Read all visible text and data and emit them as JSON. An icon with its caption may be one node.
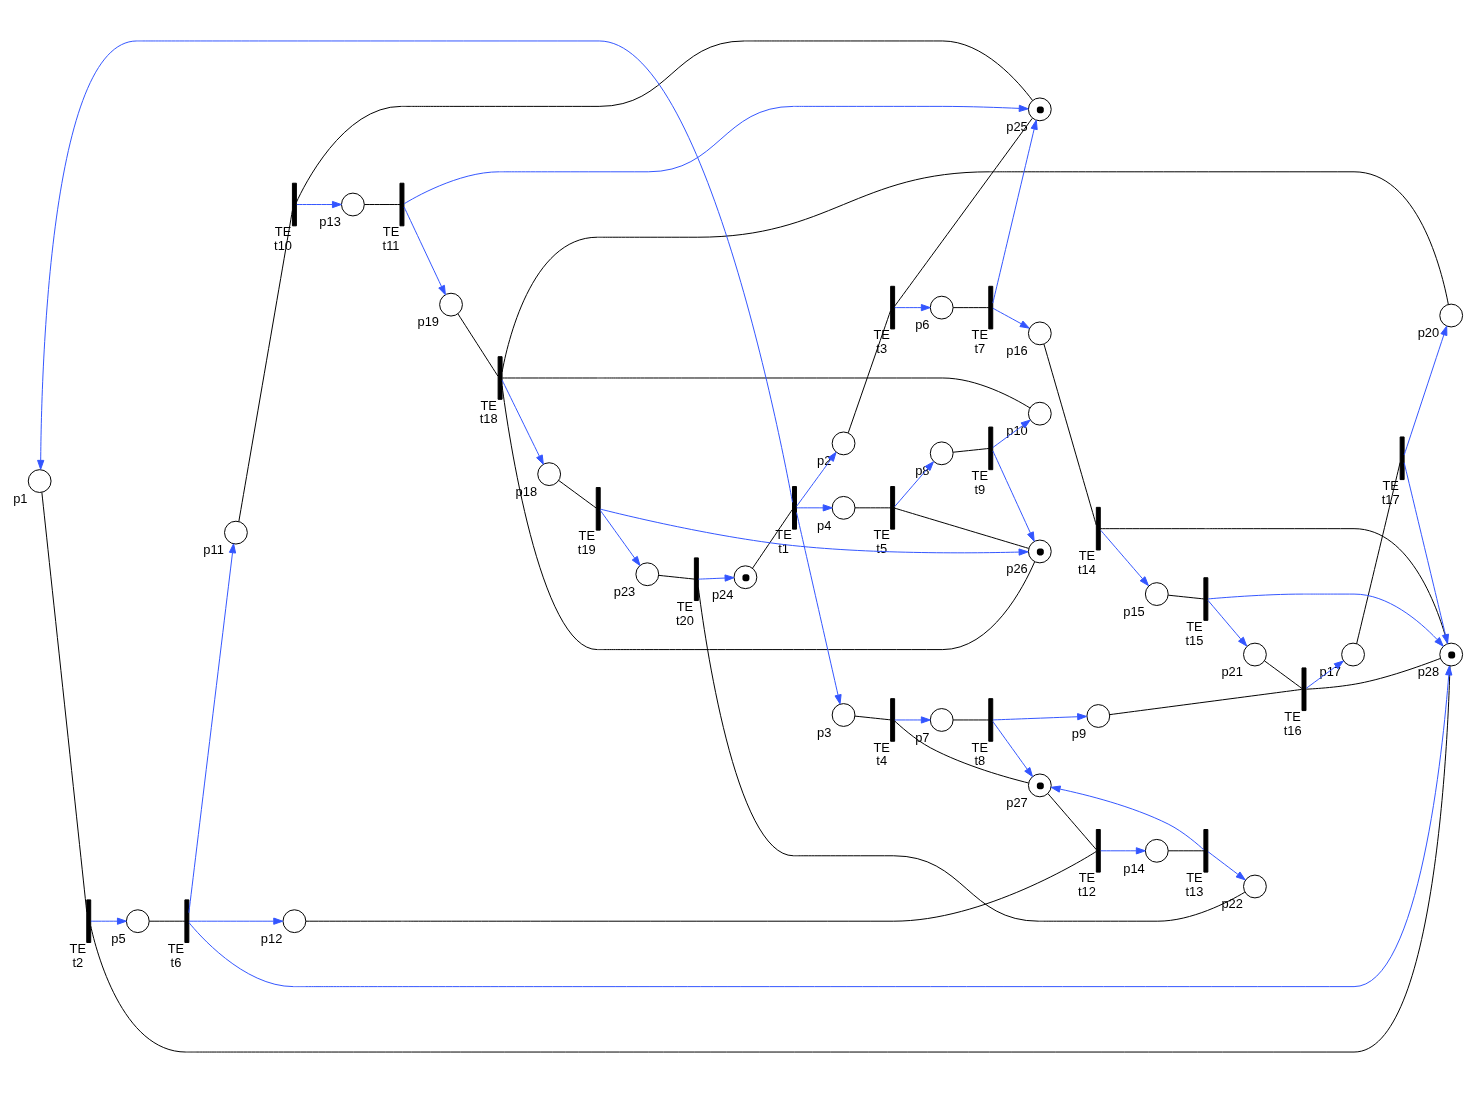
{
  "diagram": {
    "nodes": [
      {
        "text": [],
        "shape": "circle",
        "beside": [
          "p1"
        ]
      },
      {
        "text": [],
        "shape": "circle",
        "beside": [
          "p2"
        ]
      },
      {
        "text": [],
        "shape": "circle",
        "beside": [
          "p3"
        ]
      },
      {
        "text": [],
        "shape": "circle",
        "beside": [
          "p4"
        ]
      },
      {
        "text": [],
        "shape": "circle",
        "beside": [
          "p5"
        ]
      },
      {
        "text": [],
        "shape": "circle",
        "beside": [
          "p6"
        ]
      },
      {
        "text": [],
        "shape": "circle",
        "beside": [
          "p7"
        ]
      },
      {
        "text": [],
        "shape": "circle",
        "beside": [
          "p8"
        ]
      },
      {
        "text": [],
        "shape": "circle",
        "beside": [
          "p9"
        ]
      },
      {
        "text": [],
        "shape": "circle",
        "beside": [
          "p10"
        ]
      },
      {
        "text": [],
        "shape": "circle",
        "beside": [
          "p11"
        ]
      },
      {
        "text": [],
        "shape": "circle",
        "beside": [
          "p12"
        ]
      },
      {
        "text": [],
        "shape": "circle",
        "beside": [
          "p13"
        ]
      },
      {
        "text": [],
        "shape": "circle",
        "beside": [
          "p14"
        ]
      },
      {
        "text": [],
        "shape": "circle",
        "beside": [
          "p15"
        ]
      },
      {
        "text": [],
        "shape": "circle",
        "beside": [
          "p16"
        ]
      },
      {
        "text": [],
        "shape": "circle",
        "beside": [
          "p17"
        ]
      },
      {
        "text": [],
        "shape": "circle",
        "beside": [
          "p18"
        ]
      },
      {
        "text": [],
        "shape": "circle",
        "beside": [
          "p19"
        ]
      },
      {
        "text": [],
        "shape": "circle",
        "beside": [
          "p20"
        ]
      },
      {
        "text": [],
        "shape": "circle",
        "beside": [
          "p21"
        ]
      },
      {
        "text": [],
        "shape": "circle",
        "beside": [
          "p22"
        ]
      },
      {
        "text": [],
        "shape": "circle",
        "beside": [
          "p23"
        ]
      },
      {
        "text": [],
        "shape": "token",
        "beside": [
          "p24"
        ]
      },
      {
        "text": [],
        "shape": "token",
        "beside": [
          "p25"
        ]
      },
      {
        "text": [],
        "shape": "token",
        "beside": [
          "p26"
        ]
      },
      {
        "text": [],
        "shape": "token",
        "beside": [
          "p27"
        ]
      },
      {
        "text": [],
        "shape": "token",
        "beside": [
          "p28"
        ]
      },
      {
        "text": [],
        "shape": "bar",
        "beside": [
          "TE",
          "t1"
        ]
      },
      {
        "text": [],
        "shape": "bar",
        "beside": [
          "TE",
          "t2"
        ]
      },
      {
        "text": [],
        "shape": "bar",
        "beside": [
          "TE",
          "t3"
        ]
      },
      {
        "text": [],
        "shape": "bar",
        "beside": [
          "TE",
          "t4"
        ]
      },
      {
        "text": [],
        "shape": "bar",
        "beside": [
          "TE",
          "t5"
        ]
      },
      {
        "text": [],
        "shape": "bar",
        "beside": [
          "TE",
          "t6"
        ]
      },
      {
        "text": [],
        "shape": "bar",
        "beside": [
          "TE",
          "t7"
        ]
      },
      {
        "text": [],
        "shape": "bar",
        "beside": [
          "TE",
          "t8"
        ]
      },
      {
        "text": [],
        "shape": "bar",
        "beside": [
          "TE",
          "t9"
        ]
      },
      {
        "text": [],
        "shape": "bar",
        "beside": [
          "TE",
          "t10"
        ]
      },
      {
        "text": [],
        "shape": "bar",
        "beside": [
          "TE",
          "t11"
        ]
      },
      {
        "text": [],
        "shape": "bar",
        "beside": [
          "TE",
          "t12"
        ]
      },
      {
        "text": [],
        "shape": "bar",
        "beside": [
          "TE",
          "t13"
        ]
      },
      {
        "text": [],
        "shape": "bar",
        "beside": [
          "TE",
          "t14"
        ]
      },
      {
        "text": [],
        "shape": "bar",
        "beside": [
          "TE",
          "t15"
        ]
      },
      {
        "text": [],
        "shape": "bar",
        "beside": [
          "TE",
          "t16"
        ]
      },
      {
        "text": [],
        "shape": "bar",
        "beside": [
          "TE",
          "t17"
        ]
      },
      {
        "text": [],
        "shape": "bar",
        "beside": [
          "TE",
          "t18"
        ]
      },
      {
        "text": [],
        "shape": "bar",
        "beside": [
          "TE",
          "t19"
        ]
      },
      {
        "text": [],
        "shape": "bar",
        "beside": [
          "TE",
          "t20"
        ]
      }
    ],
    "edges": [
      {
        "from": 23,
        "to": 28,
        "arrow": "none",
        "color": "#000000"
      },
      {
        "from": 28,
        "to": 0,
        "arrow": "to",
        "color": "#3355ff"
      },
      {
        "from": 28,
        "to": 1,
        "arrow": "to",
        "color": "#3355ff"
      },
      {
        "from": 28,
        "to": 2,
        "arrow": "to",
        "color": "#3355ff"
      },
      {
        "from": 28,
        "to": 3,
        "arrow": "to",
        "color": "#3355ff"
      },
      {
        "from": 0,
        "to": 29,
        "arrow": "none",
        "color": "#000000"
      },
      {
        "from": 27,
        "to": 29,
        "arrow": "none",
        "color": "#000000"
      },
      {
        "from": 29,
        "to": 4,
        "arrow": "to",
        "color": "#3355ff"
      },
      {
        "from": 1,
        "to": 30,
        "arrow": "none",
        "color": "#000000"
      },
      {
        "from": 24,
        "to": 30,
        "arrow": "none",
        "color": "#000000"
      },
      {
        "from": 30,
        "to": 5,
        "arrow": "to",
        "color": "#3355ff"
      },
      {
        "from": 2,
        "to": 31,
        "arrow": "none",
        "color": "#000000"
      },
      {
        "from": 26,
        "to": 31,
        "arrow": "none",
        "color": "#000000"
      },
      {
        "from": 31,
        "to": 6,
        "arrow": "to",
        "color": "#3355ff"
      },
      {
        "from": 3,
        "to": 32,
        "arrow": "none",
        "color": "#000000"
      },
      {
        "from": 25,
        "to": 32,
        "arrow": "none",
        "color": "#000000"
      },
      {
        "from": 32,
        "to": 7,
        "arrow": "to",
        "color": "#3355ff"
      },
      {
        "from": 4,
        "to": 33,
        "arrow": "none",
        "color": "#000000"
      },
      {
        "from": 33,
        "to": 10,
        "arrow": "to",
        "color": "#3355ff"
      },
      {
        "from": 33,
        "to": 11,
        "arrow": "to",
        "color": "#3355ff"
      },
      {
        "from": 33,
        "to": 27,
        "arrow": "to",
        "color": "#3355ff"
      },
      {
        "from": 5,
        "to": 34,
        "arrow": "none",
        "color": "#000000"
      },
      {
        "from": 34,
        "to": 15,
        "arrow": "to",
        "color": "#3355ff"
      },
      {
        "from": 34,
        "to": 24,
        "arrow": "to",
        "color": "#3355ff"
      },
      {
        "from": 6,
        "to": 35,
        "arrow": "none",
        "color": "#000000"
      },
      {
        "from": 35,
        "to": 8,
        "arrow": "to",
        "color": "#3355ff"
      },
      {
        "from": 35,
        "to": 26,
        "arrow": "to",
        "color": "#3355ff"
      },
      {
        "from": 7,
        "to": 36,
        "arrow": "none",
        "color": "#000000"
      },
      {
        "from": 36,
        "to": 9,
        "arrow": "to",
        "color": "#3355ff"
      },
      {
        "from": 36,
        "to": 25,
        "arrow": "to",
        "color": "#3355ff"
      },
      {
        "from": 10,
        "to": 37,
        "arrow": "none",
        "color": "#000000"
      },
      {
        "from": 24,
        "to": 37,
        "arrow": "none",
        "color": "#000000"
      },
      {
        "from": 37,
        "to": 12,
        "arrow": "to",
        "color": "#3355ff"
      },
      {
        "from": 12,
        "to": 38,
        "arrow": "none",
        "color": "#000000"
      },
      {
        "from": 38,
        "to": 18,
        "arrow": "to",
        "color": "#3355ff"
      },
      {
        "from": 38,
        "to": 24,
        "arrow": "to",
        "color": "#3355ff"
      },
      {
        "from": 11,
        "to": 39,
        "arrow": "none",
        "color": "#000000"
      },
      {
        "from": 26,
        "to": 39,
        "arrow": "none",
        "color": "#000000"
      },
      {
        "from": 39,
        "to": 13,
        "arrow": "to",
        "color": "#3355ff"
      },
      {
        "from": 13,
        "to": 40,
        "arrow": "none",
        "color": "#000000"
      },
      {
        "from": 40,
        "to": 21,
        "arrow": "to",
        "color": "#3355ff"
      },
      {
        "from": 40,
        "to": 26,
        "arrow": "to",
        "color": "#3355ff"
      },
      {
        "from": 15,
        "to": 41,
        "arrow": "none",
        "color": "#000000"
      },
      {
        "from": 27,
        "to": 41,
        "arrow": "none",
        "color": "#000000"
      },
      {
        "from": 41,
        "to": 14,
        "arrow": "to",
        "color": "#3355ff"
      },
      {
        "from": 14,
        "to": 42,
        "arrow": "none",
        "color": "#000000"
      },
      {
        "from": 42,
        "to": 20,
        "arrow": "to",
        "color": "#3355ff"
      },
      {
        "from": 42,
        "to": 27,
        "arrow": "to",
        "color": "#3355ff"
      },
      {
        "from": 8,
        "to": 43,
        "arrow": "none",
        "color": "#000000"
      },
      {
        "from": 27,
        "to": 43,
        "arrow": "none",
        "color": "#000000"
      },
      {
        "from": 20,
        "to": 43,
        "arrow": "none",
        "color": "#000000"
      },
      {
        "from": 43,
        "to": 16,
        "arrow": "to",
        "color": "#3355ff"
      },
      {
        "from": 16,
        "to": 44,
        "arrow": "none",
        "color": "#000000"
      },
      {
        "from": 44,
        "to": 19,
        "arrow": "to",
        "color": "#3355ff"
      },
      {
        "from": 44,
        "to": 27,
        "arrow": "to",
        "color": "#3355ff"
      },
      {
        "from": 9,
        "to": 45,
        "arrow": "none",
        "color": "#000000"
      },
      {
        "from": 25,
        "to": 45,
        "arrow": "none",
        "color": "#000000"
      },
      {
        "from": 18,
        "to": 45,
        "arrow": "none",
        "color": "#000000"
      },
      {
        "from": 19,
        "to": 45,
        "arrow": "none",
        "color": "#000000"
      },
      {
        "from": 45,
        "to": 17,
        "arrow": "to",
        "color": "#3355ff"
      },
      {
        "from": 17,
        "to": 46,
        "arrow": "none",
        "color": "#000000"
      },
      {
        "from": 46,
        "to": 22,
        "arrow": "to",
        "color": "#3355ff"
      },
      {
        "from": 46,
        "to": 25,
        "arrow": "to",
        "color": "#3355ff"
      },
      {
        "from": 21,
        "to": 47,
        "arrow": "none",
        "color": "#000000"
      },
      {
        "from": 22,
        "to": 47,
        "arrow": "none",
        "color": "#000000"
      },
      {
        "from": 47,
        "to": 23,
        "arrow": "to",
        "color": "#3355ff"
      }
    ]
  }
}
